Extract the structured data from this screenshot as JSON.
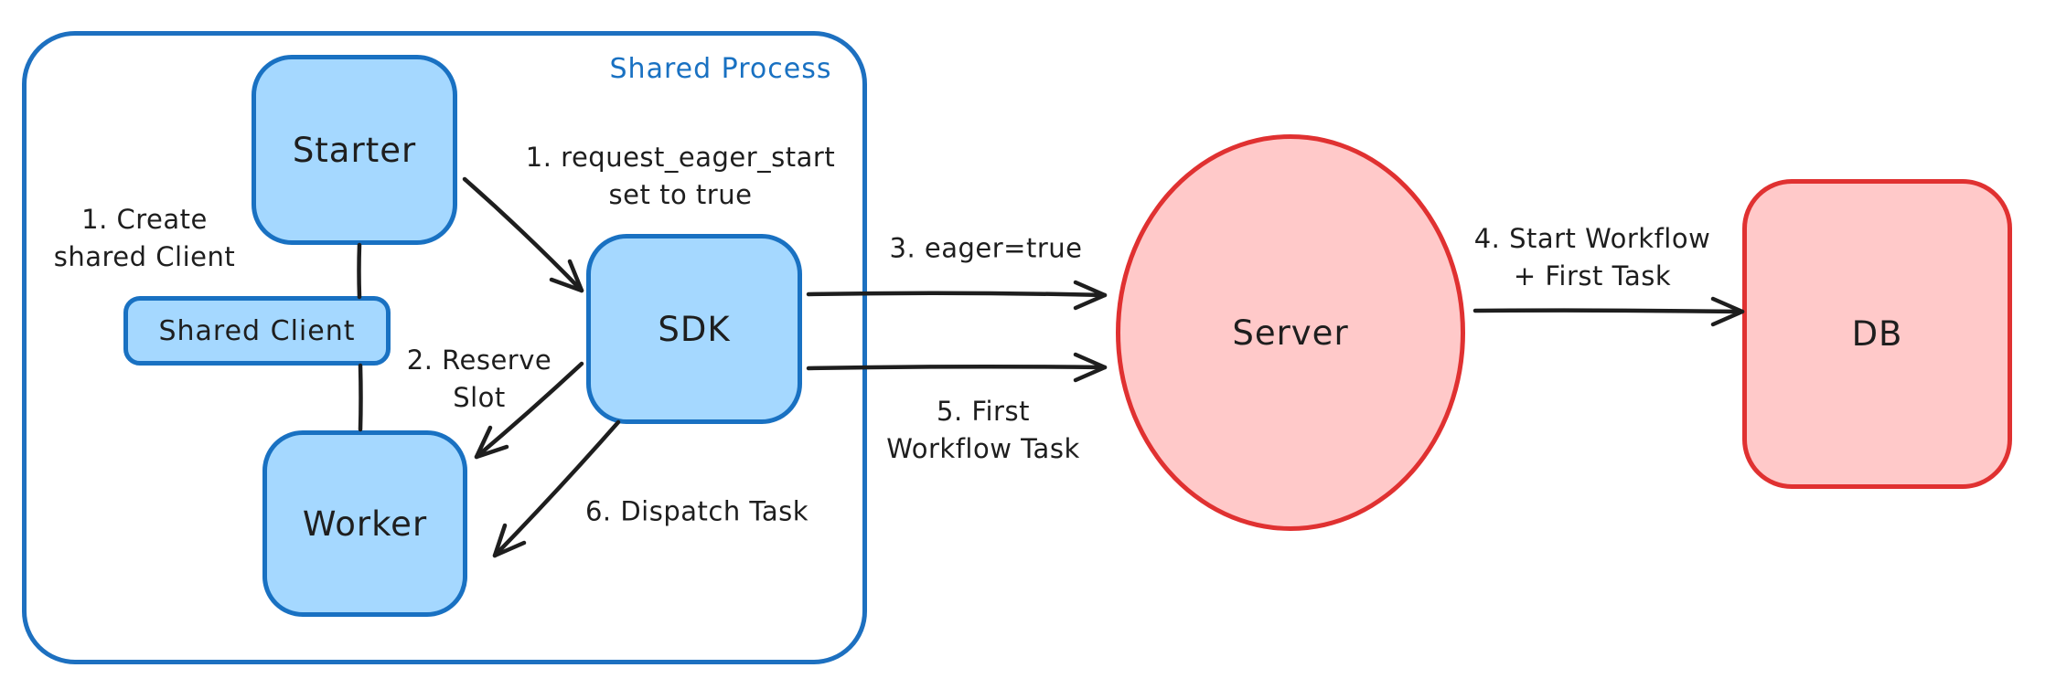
{
  "diagram": {
    "process": {
      "label": "Shared Process"
    },
    "nodes": {
      "starter": "Starter",
      "shared_client": "Shared Client",
      "worker": "Worker",
      "sdk": "SDK",
      "server": "Server",
      "db": "DB"
    },
    "annotations": {
      "create_shared_client": "1. Create\nshared Client",
      "request_eager_start": "1. request_eager_start\nset to true",
      "reserve_slot": "2. Reserve\nSlot",
      "eager_true": "3. eager=true",
      "start_workflow_first_task": "4. Start Workflow\n+ First Task",
      "first_workflow_task": "5. First\nWorkflow Task",
      "dispatch_task": "6. Dispatch Task"
    },
    "colors": {
      "blue_stroke": "#1971c2",
      "blue_fill": "#a5d8ff",
      "red_stroke": "#e03131",
      "red_fill": "#ffc9c9",
      "ink": "#1e1e1e",
      "background": "#ffffff"
    }
  }
}
